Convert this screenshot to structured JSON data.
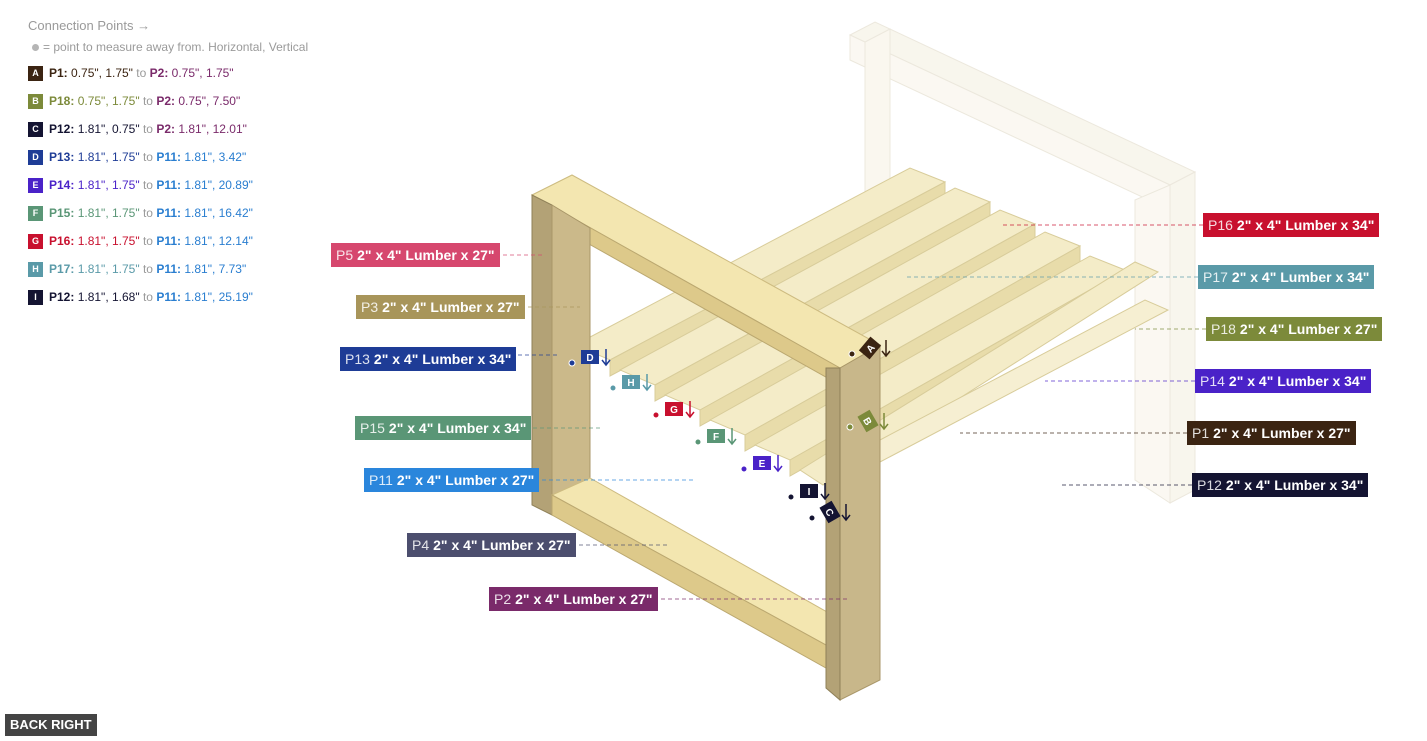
{
  "legend": {
    "title": "Connection Points →",
    "note": "= point to measure away from. Horizontal, Vertical",
    "to_word": "to",
    "items": [
      {
        "badge": "A",
        "color": "#3b2412",
        "from_part": "P1:",
        "from_val": "0.75\", 1.75\"",
        "from_color": "#3b2412",
        "to_part": "P2:",
        "to_val": "0.75\", 1.75\"",
        "to_color": "#7a2a6a"
      },
      {
        "badge": "B",
        "color": "#7c8a3a",
        "from_part": "P18:",
        "from_val": "0.75\", 1.75\"",
        "from_color": "#7c8a3a",
        "to_part": "P2:",
        "to_val": "0.75\", 7.50\"",
        "to_color": "#7a2a6a"
      },
      {
        "badge": "C",
        "color": "#141432",
        "from_part": "P12:",
        "from_val": "1.81\", 0.75\"",
        "from_color": "#141432",
        "to_part": "P2:",
        "to_val": "1.81\", 12.01\"",
        "to_color": "#7a2a6a"
      },
      {
        "badge": "D",
        "color": "#1e3c96",
        "from_part": "P13:",
        "from_val": "1.81\", 1.75\"",
        "from_color": "#1e3c96",
        "to_part": "P11:",
        "to_val": "1.81\", 3.42\"",
        "to_color": "#2a7ed0"
      },
      {
        "badge": "E",
        "color": "#4a22c8",
        "from_part": "P14:",
        "from_val": "1.81\", 1.75\"",
        "from_color": "#4a22c8",
        "to_part": "P11:",
        "to_val": "1.81\", 20.89\"",
        "to_color": "#2a7ed0"
      },
      {
        "badge": "F",
        "color": "#5a9676",
        "from_part": "P15:",
        "from_val": "1.81\", 1.75\"",
        "from_color": "#5a9676",
        "to_part": "P11:",
        "to_val": "1.81\", 16.42\"",
        "to_color": "#2a7ed0"
      },
      {
        "badge": "G",
        "color": "#c8102e",
        "from_part": "P16:",
        "from_val": "1.81\", 1.75\"",
        "from_color": "#c8102e",
        "to_part": "P11:",
        "to_val": "1.81\", 12.14\"",
        "to_color": "#2a7ed0"
      },
      {
        "badge": "H",
        "color": "#5a9aa8",
        "from_part": "P17:",
        "from_val": "1.81\", 1.75\"",
        "from_color": "#5a9aa8",
        "to_part": "P11:",
        "to_val": "1.81\", 7.73\"",
        "to_color": "#2a7ed0"
      },
      {
        "badge": "I",
        "color": "#141432",
        "from_part": "P12:",
        "from_val": "1.81\", 1.68\"",
        "from_color": "#141432",
        "to_part": "P11:",
        "to_val": "1.81\", 25.19\"",
        "to_color": "#2a7ed0"
      }
    ]
  },
  "parts": [
    {
      "id": "P5",
      "desc": "2\" x 4\" Lumber  x 27\"",
      "color": "#d6476e"
    },
    {
      "id": "P3",
      "desc": "2\" x 4\" Lumber  x 27\"",
      "color": "#a8955a"
    },
    {
      "id": "P13",
      "desc": "2\" x 4\" Lumber  x 34\"",
      "color": "#1e3c96"
    },
    {
      "id": "P15",
      "desc": "2\" x 4\" Lumber  x 34\"",
      "color": "#5a9676"
    },
    {
      "id": "P11",
      "desc": "2\" x 4\" Lumber  x 27\"",
      "color": "#2a86dc"
    },
    {
      "id": "P4",
      "desc": "2\" x 4\" Lumber  x 27\"",
      "color": "#4c4e6e"
    },
    {
      "id": "P2",
      "desc": "2\" x 4\" Lumber  x 27\"",
      "color": "#7a2a6a"
    },
    {
      "id": "P16",
      "desc": "2\" x 4\" Lumber  x 34\"",
      "color": "#c8102e"
    },
    {
      "id": "P17",
      "desc": "2\" x 4\" Lumber  x 34\"",
      "color": "#5a9aa8"
    },
    {
      "id": "P18",
      "desc": "2\" x 4\" Lumber  x 27\"",
      "color": "#7c8a3a"
    },
    {
      "id": "P14",
      "desc": "2\" x 4\" Lumber  x 34\"",
      "color": "#4a22c8"
    },
    {
      "id": "P1",
      "desc": "2\" x 4\" Lumber  x 27\"",
      "color": "#3b2412"
    },
    {
      "id": "P12",
      "desc": "2\" x 4\" Lumber  x 34\"",
      "color": "#141432"
    }
  ],
  "markers": [
    "A",
    "B",
    "C",
    "D",
    "E",
    "F",
    "G",
    "H",
    "I"
  ],
  "view_label": "BACK RIGHT"
}
